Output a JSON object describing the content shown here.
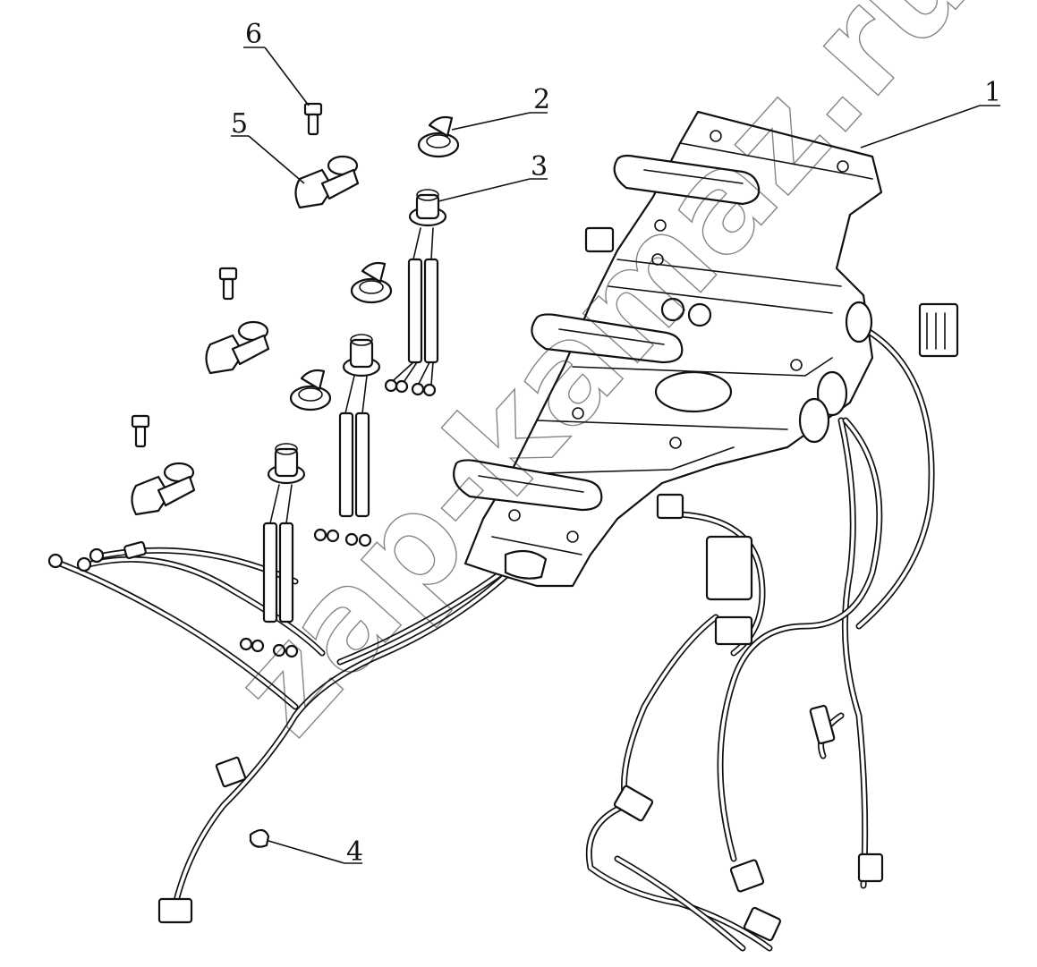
{
  "callouts": [
    {
      "id": "1",
      "label": "1",
      "part": "frame-bracket"
    },
    {
      "id": "2",
      "label": "2",
      "part": "rubber-grommet"
    },
    {
      "id": "3",
      "label": "3",
      "part": "bulb-socket"
    },
    {
      "id": "4",
      "label": "4",
      "part": "clip"
    },
    {
      "id": "5",
      "label": "5",
      "part": "wire-clamp"
    },
    {
      "id": "6",
      "label": "6",
      "part": "bolt"
    }
  ],
  "watermark": {
    "text": "zap-kamaz.ru"
  }
}
